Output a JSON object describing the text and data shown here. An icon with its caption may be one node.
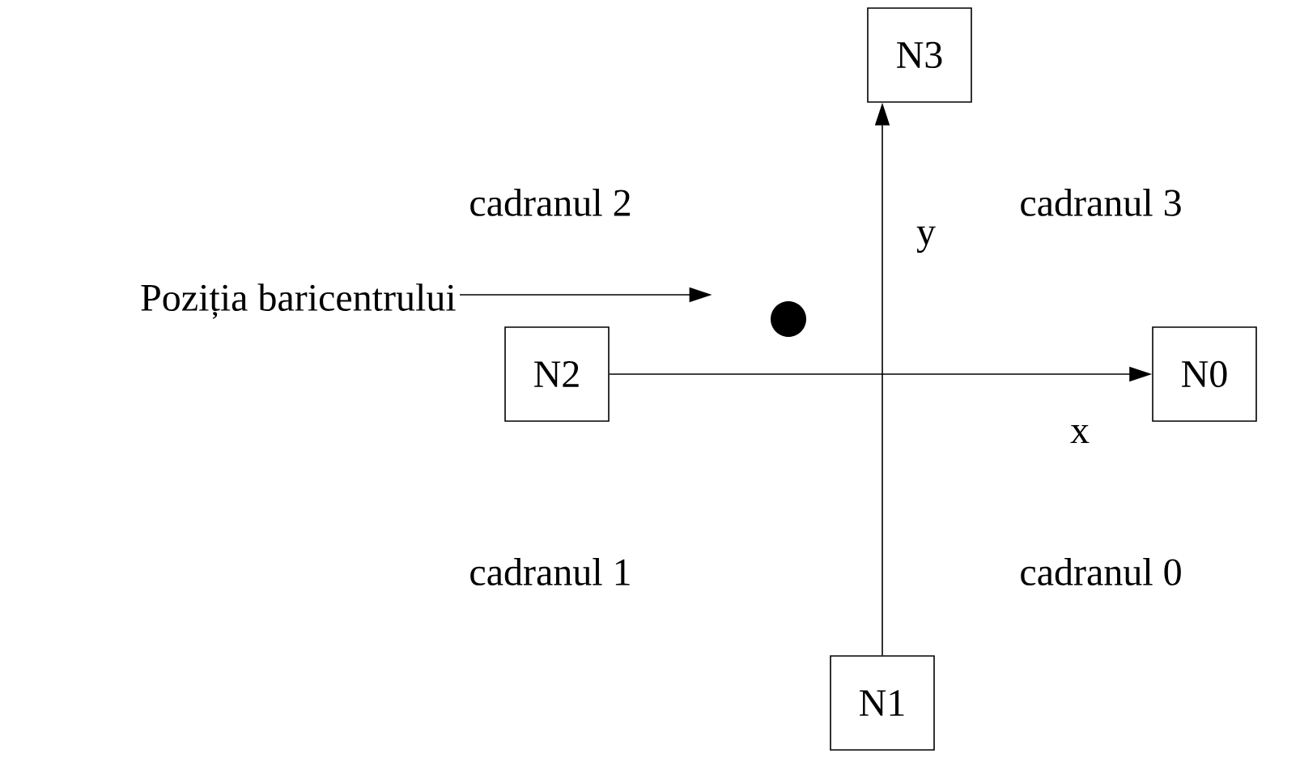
{
  "diagram": {
    "nodes": [
      {
        "text": [
          "N3"
        ]
      },
      {
        "text": [
          "Poziția baricentrului"
        ]
      },
      {
        "text": [],
        "shape": "circle"
      },
      {
        "text": [
          "N2"
        ]
      },
      {
        "text": [
          "N0"
        ]
      },
      {
        "text": [
          "N1"
        ]
      }
    ],
    "edges": [
      {
        "from": 5,
        "to": 0,
        "arrow": "to"
      },
      {
        "from": 3,
        "to": 4,
        "arrow": "to"
      },
      {
        "from": 1,
        "to": 2,
        "arrow": "to"
      }
    ],
    "labels": [
      "cadranul 2",
      "cadranul 3",
      "y",
      "x",
      "cadranul 1",
      "cadranul 0"
    ]
  }
}
